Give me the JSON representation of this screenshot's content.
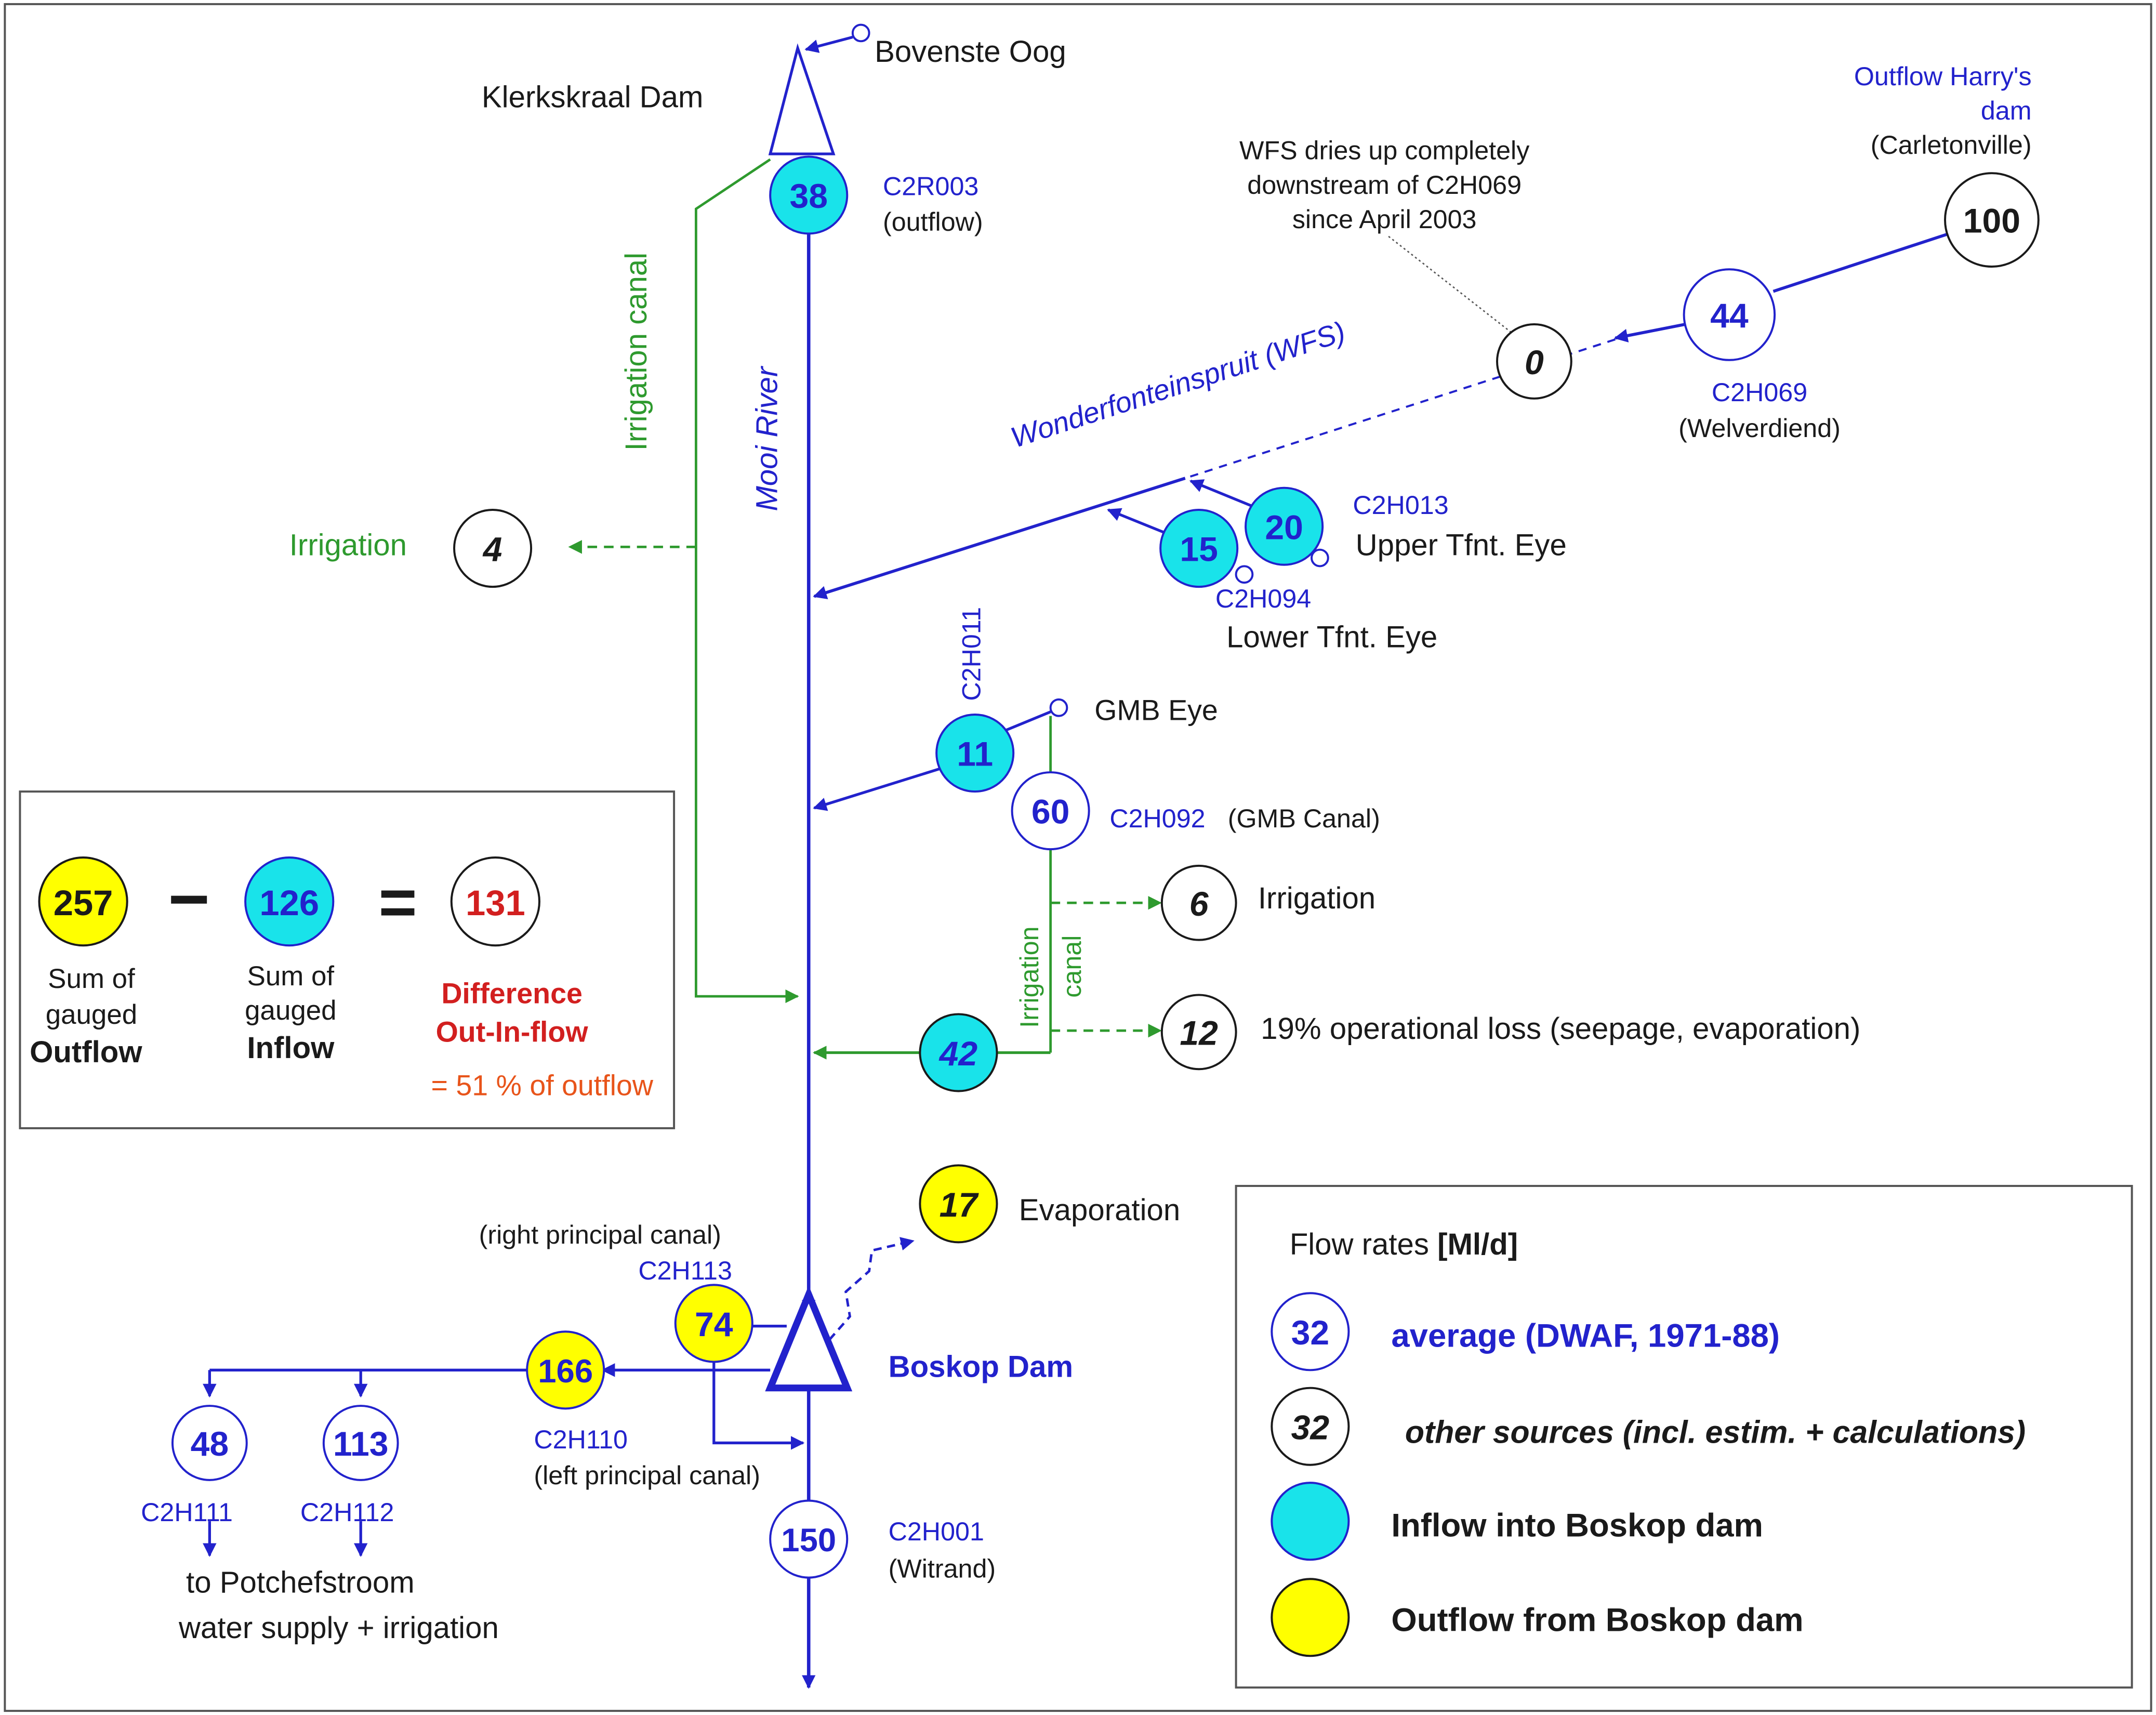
{
  "colors": {
    "blue": "#2222cc",
    "green": "#2e9a2e",
    "cyan": "#19e3ea",
    "yellow": "#ffff00",
    "red": "#d21f1f",
    "orange": "#e8541a",
    "black": "#1a1a1a"
  },
  "labels": {
    "bovenste_oog": "Bovenste Oog",
    "klerkskraal": "Klerkskraal Dam",
    "irrigation_canal_left": "Irrigation canal",
    "irrigation_left": "Irrigation",
    "mooi_river": "Mooi River",
    "c2r003_code": "C2R003",
    "c2r003_desc": "(outflow)",
    "wfs_note_1": "WFS dries up completely",
    "wfs_note_2": "downstream of C2H069",
    "wfs_note_3": "since April 2003",
    "harrys_1": "Outflow Harry's",
    "harrys_2": "dam",
    "harrys_3": "(Carletonville)",
    "wfs_river": "Wonderfonteinspruit (WFS)",
    "c2h069_code": "C2H069",
    "c2h069_desc": "(Welverdiend)",
    "c2h013_code": "C2H013",
    "upper_eye": "Upper Tfnt. Eye",
    "c2h094_code": "C2H094",
    "lower_eye": "Lower Tfnt. Eye",
    "c2h011_code": "C2H011",
    "gmb_eye": "GMB Eye",
    "c2h092_code": "C2H092",
    "c2h092_desc": "(GMB Canal)",
    "irrigation_right": "Irrigation",
    "irrigation_canal_mid_1": "Irrigation",
    "irrigation_canal_mid_2": "canal",
    "op_loss": "19% operational loss (seepage, evaporation)",
    "evaporation": "Evaporation",
    "right_canal": "(right principal canal)",
    "c2h113_code": "C2H113",
    "boskop_dam": "Boskop Dam",
    "c2h110_code": "C2H110",
    "left_canal": "(left principal canal)",
    "c2h111_code": "C2H111",
    "c2h112_code": "C2H112",
    "potch_1": "to Potchefstroom",
    "potch_2": "water supply + irrigation",
    "c2h001_code": "C2H001",
    "c2h001_desc": "(Witrand)"
  },
  "nodes": {
    "c2r003": "38",
    "irrigation_left": "4",
    "harrys": "100",
    "c2h069": "44",
    "wfs_dry": "0",
    "upper_eye": "20",
    "lower_eye": "15",
    "c2h011": "11",
    "c2h092": "60",
    "irrigation_right": "6",
    "op_loss": "12",
    "canal_inflow": "42",
    "evaporation": "17",
    "c2h113": "74",
    "c2h110": "166",
    "c2h111": "48",
    "c2h112": "113",
    "c2h001": "150"
  },
  "balance": {
    "outflow_value": "257",
    "minus": "−",
    "inflow_value": "126",
    "equals": "=",
    "difference_value": "131",
    "outflow_l1": "Sum of",
    "outflow_l2": "gauged",
    "outflow_l3": "Outflow",
    "inflow_l1": "Sum of",
    "inflow_l2": "gauged",
    "inflow_l3": "Inflow",
    "diff_l1": "Difference",
    "diff_l2": "Out-In-flow",
    "diff_l3": "= 51 % of outflow"
  },
  "legend": {
    "title_plain": "Flow rates ",
    "title_unit": "[Ml/d]",
    "sample_value_1": "32",
    "sample_value_2": "32",
    "average": "average (DWAF, 1971-88)",
    "other": "other sources (incl. estim. + calculations)",
    "inflow": "Inflow into Boskop dam",
    "outflow": "Outflow from Boskop dam"
  }
}
